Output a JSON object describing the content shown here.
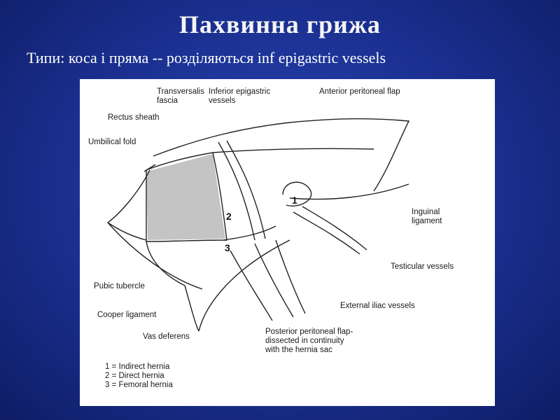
{
  "slide": {
    "title": "Пахвинна грижа",
    "subtitle": "Типи: коса і пряма -- розділяються inf epigastric vessels"
  },
  "diagram": {
    "labels": {
      "transversalis_fascia": "Transversalis\nfascia",
      "inferior_epigastric_vessels": "Inferior epigastric\nvessels",
      "anterior_peritoneal_flap": "Anterior peritoneal flap",
      "rectus_sheath": "Rectus sheath",
      "umbilical_fold": "Umbilical fold",
      "inguinal_ligament": "Inguinal\nligament",
      "testicular_vessels": "Testicular vessels",
      "pubic_tubercle": "Pubic tubercle",
      "external_iliac_vessels": "External iliac vessels",
      "cooper_ligament": "Cooper ligament",
      "vas_deferens": "Vas deferens",
      "posterior_peritoneal_flap": "Posterior peritoneal flap-\ndissected in continuity\nwith the hernia sac"
    },
    "region_numbers": {
      "n1": "1",
      "n2": "2",
      "n3": "3"
    },
    "legend": [
      "1 = Indirect hernia",
      "2 = Direct hernia",
      "3 = Femoral hernia"
    ]
  }
}
